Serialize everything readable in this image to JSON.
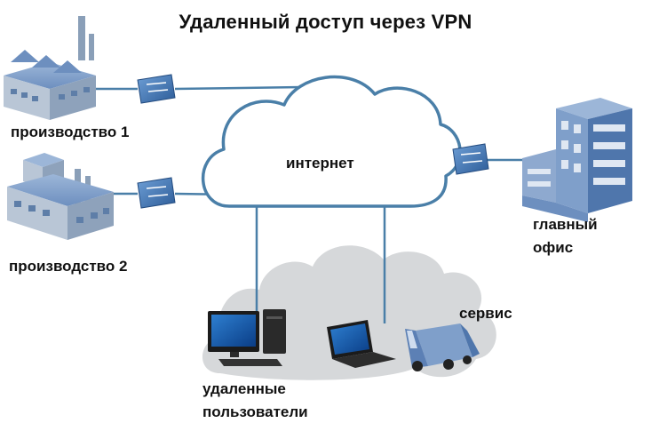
{
  "title": "Удаленный доступ через VPN",
  "nodes": {
    "production1": "производство 1",
    "production2": "производство 2",
    "internet": "интернет",
    "main_office_line1": "главный",
    "main_office_line2": "офис",
    "service": "сервис",
    "remote_users_line1": "удаленные",
    "remote_users_line2": "пользователи"
  },
  "colors": {
    "line": "#4a7fa8",
    "cloud_outline": "#4a7fa8",
    "cloud_fill": "#ffffff",
    "secondary_cloud": "#d6d8da",
    "device_blue": "#3b6fae",
    "building_blue": "#5b87c2"
  },
  "icons": [
    "factory-icon",
    "vpn-router-icon",
    "office-building-icon",
    "desktop-computer-icon",
    "laptop-icon",
    "van-icon"
  ]
}
